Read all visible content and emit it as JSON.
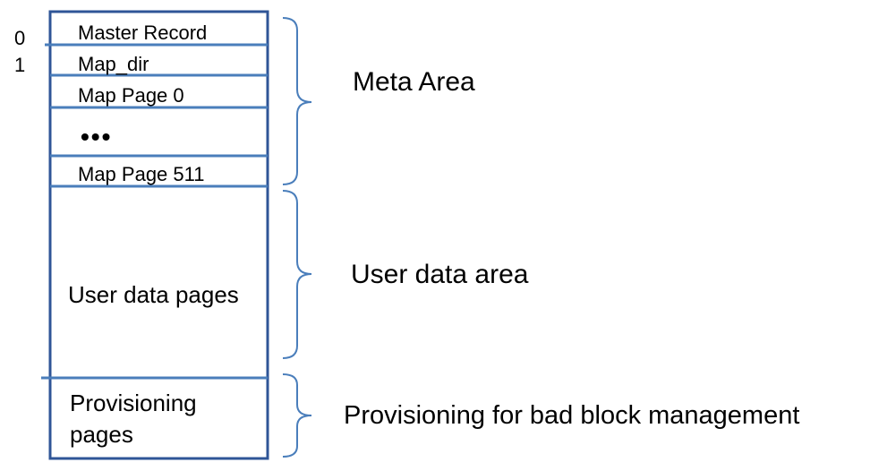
{
  "colors": {
    "box_border": "#2F5597",
    "row_line": "#4A7EBB",
    "brace": "#4A7EBB",
    "text": "#000000"
  },
  "indices": [
    "0",
    "1"
  ],
  "meta_rows": [
    "Master Record",
    "Map_dir",
    "Map Page 0",
    "•••",
    "Map Page 511"
  ],
  "user_block": "User data pages",
  "provisioning_block": "Provisioning pages",
  "areas": {
    "meta": "Meta Area",
    "user": "User data area",
    "provisioning": "Provisioning for bad block management"
  }
}
